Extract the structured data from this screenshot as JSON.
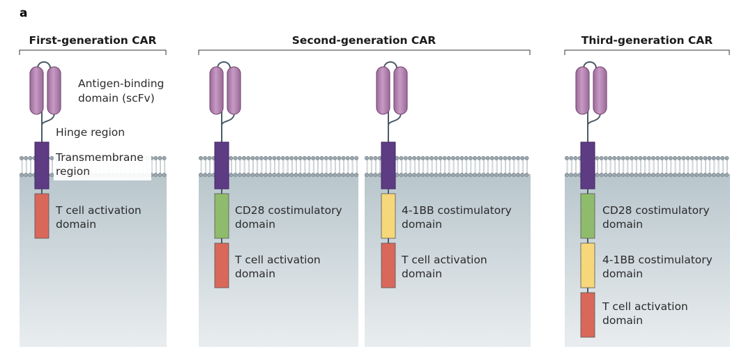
{
  "panel_label": "a",
  "generations": {
    "first": "First-generation CAR",
    "second": "Second-generation CAR",
    "third": "Third-generation CAR"
  },
  "labels": {
    "antigen_binding": [
      "Antigen-binding",
      "domain (scFv)"
    ],
    "hinge": "Hinge region",
    "transmembrane": [
      "Transmembrane",
      "region"
    ],
    "t_cell_activation": [
      "T cell activation",
      "domain"
    ],
    "cd28": [
      "CD28 costimulatory",
      "domain"
    ],
    "four_1bb": [
      "4-1BB costimulatory",
      "domain"
    ]
  },
  "colors": {
    "scfv": "#b583b2",
    "scfv_stroke": "#7d4f7a",
    "hinge_line": "#4a5a66",
    "transmembrane": "#5e3c84",
    "t_cell_activation": "#d9685a",
    "cd28": "#8fbc6c",
    "four_1bb": "#f6d77a",
    "cytoplasm_top": "#b8c6cc",
    "cytoplasm_bottom": "#e9edef",
    "lipid_head": "#9aa6ad"
  }
}
